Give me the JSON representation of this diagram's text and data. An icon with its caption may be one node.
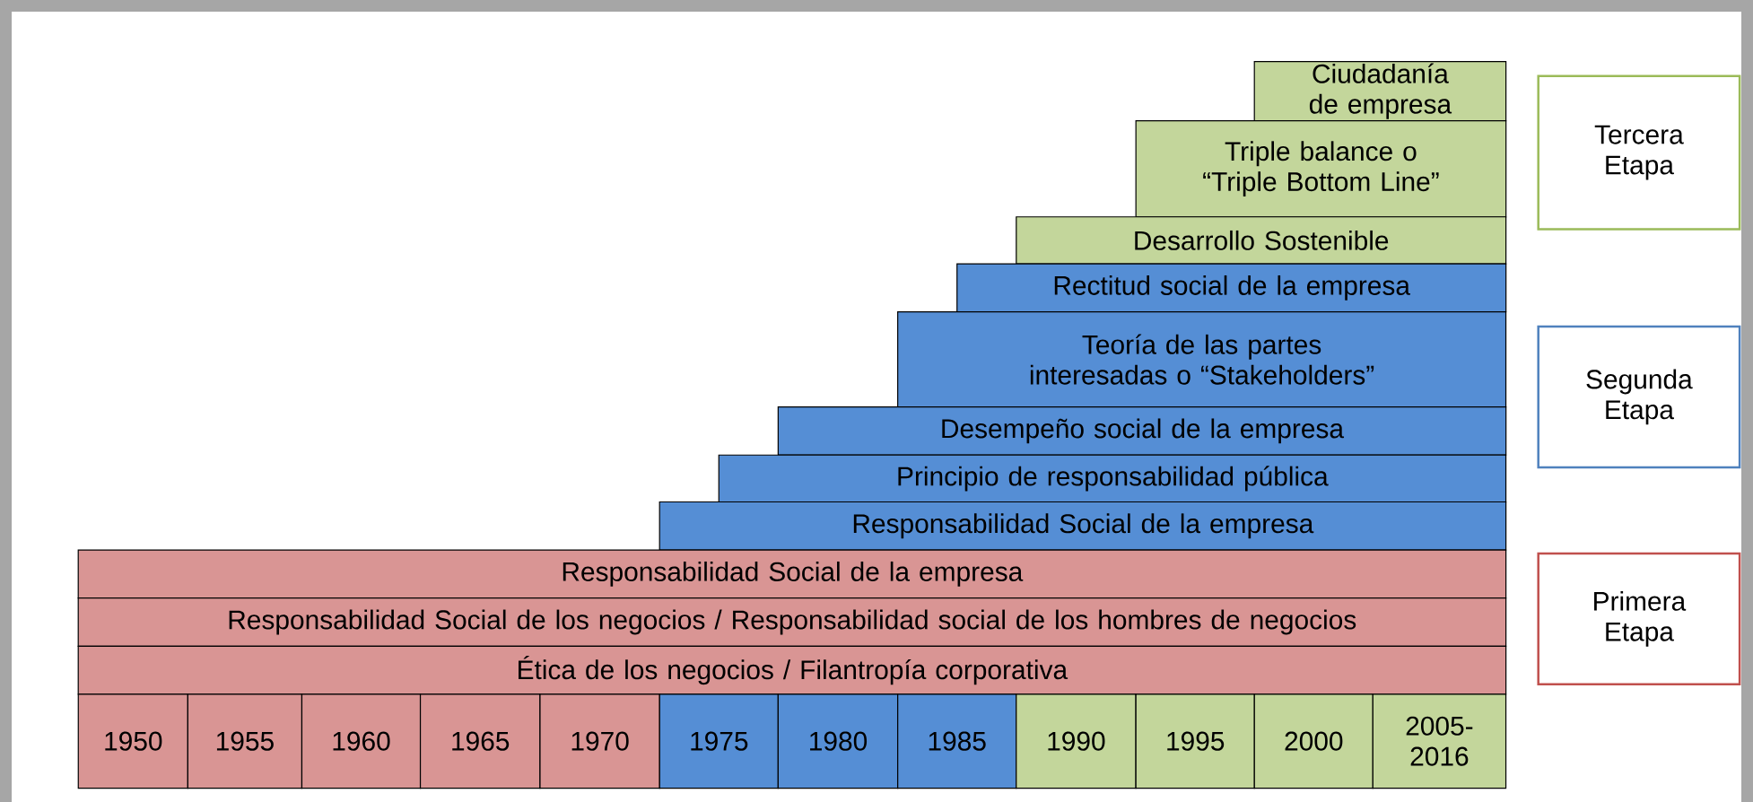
{
  "diagram": {
    "nodes": [
      {
        "text": [
          "Ciudadanía de empresa"
        ]
      },
      {
        "text": [
          "Triple balance o “Triple Bottom Line”"
        ]
      },
      {
        "text": [
          "Desarrollo Sostenible"
        ]
      },
      {
        "text": [
          "Rectitud social de la empresa"
        ]
      },
      {
        "text": [
          "Teoría de las partes interesadas o “Stakeholders”"
        ]
      },
      {
        "text": [
          "Desempeño social de la empresa"
        ]
      },
      {
        "text": [
          "Principio de responsabilidad pública"
        ]
      },
      {
        "text": [
          "Responsabilidad Social de la empresa"
        ]
      },
      {
        "text": [
          "Responsabilidad Social de la empresa"
        ]
      },
      {
        "text": [
          "Responsabilidad Social de los negocios / Responsabilidad social de los hombres de negocios"
        ]
      },
      {
        "text": [
          "Ética de los negocios / Filantropía corporativa"
        ]
      },
      {
        "text": [
          "1950"
        ]
      },
      {
        "text": [
          "1955"
        ]
      },
      {
        "text": [
          "1960"
        ]
      },
      {
        "text": [
          "1965"
        ]
      },
      {
        "text": [
          "1970"
        ]
      },
      {
        "text": [
          "1975"
        ]
      },
      {
        "text": [
          "1980"
        ]
      },
      {
        "text": [
          "1985"
        ]
      },
      {
        "text": [
          "1990"
        ]
      },
      {
        "text": [
          "1995"
        ]
      },
      {
        "text": [
          "2000"
        ]
      },
      {
        "text": [
          "2005-2016"
        ]
      },
      {
        "text": [
          "Tercera Etapa"
        ]
      },
      {
        "text": [
          "Segunda Etapa"
        ]
      },
      {
        "text": [
          "Primera Etapa"
        ]
      }
    ]
  }
}
